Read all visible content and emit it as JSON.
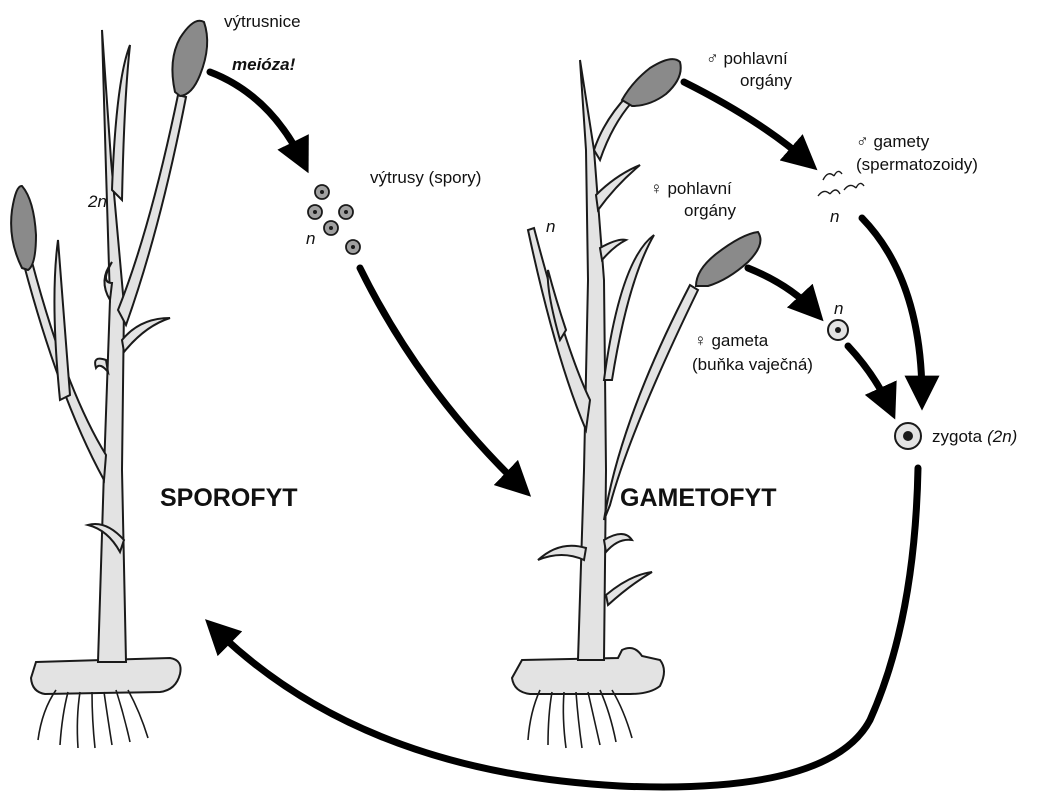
{
  "colors": {
    "plant_fill": "#e3e3e3",
    "organ_fill": "#8a8a8a",
    "outline": "#1a1a1a",
    "arrow": "#000000",
    "background": "#ffffff"
  },
  "sporophyte": {
    "title": "SPOROFYT",
    "ploidy": "2n",
    "sporangium_label": "výtrusnice",
    "meiosis_label": "meióza!"
  },
  "spores": {
    "label": "výtrusy (spory)",
    "ploidy": "n"
  },
  "gametophyte": {
    "title": "GAMETOFYT",
    "ploidy": "n",
    "male_organs_line1": "♂ pohlavní",
    "male_organs_line2": "orgány",
    "female_organs_line1": "♀ pohlavní",
    "female_organs_line2": "orgány"
  },
  "male_gametes": {
    "line1": "♂ gamety",
    "line2": "(spermatozoidy)",
    "ploidy": "n"
  },
  "female_gamete": {
    "line1": "♀ gameta",
    "line2": "(buňka vaječná)",
    "ploidy": "n"
  },
  "zygote": {
    "label": "zygota",
    "ploidy": "(2n)"
  }
}
